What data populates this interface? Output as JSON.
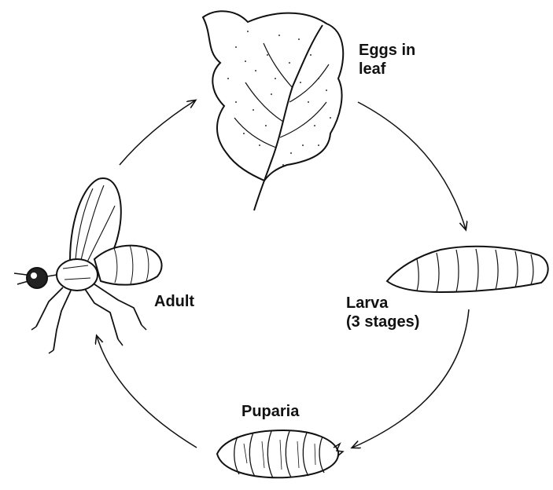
{
  "stages": {
    "eggs": {
      "lines": [
        "Eggs in",
        "leaf"
      ]
    },
    "larva": {
      "lines": [
        "Larva",
        "(3 stages)"
      ]
    },
    "puparia": {
      "lines": [
        "Puparia"
      ]
    },
    "adult": {
      "lines": [
        "Adult"
      ]
    }
  },
  "colors": {
    "ink": "#111111",
    "background": "#ffffff"
  }
}
